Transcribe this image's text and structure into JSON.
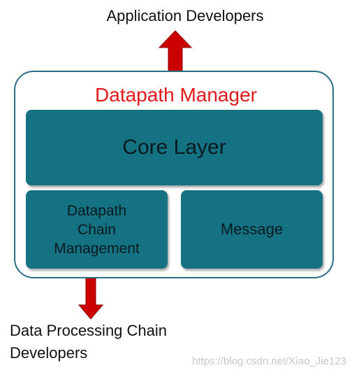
{
  "labels": {
    "top": "Application Developers",
    "bottom_line1": "Data Processing Chain",
    "bottom_line2": "Developers",
    "watermark": "https://blog.csdn.net/Xiao_Jie123"
  },
  "manager": {
    "title": "Datapath Manager",
    "core_layer": "Core Layer",
    "chain_line1": "Datapath",
    "chain_line2": "Chain",
    "chain_line3": "Management",
    "message": "Message"
  },
  "colors": {
    "arrow": "#cc0000",
    "title": "#e01a1a",
    "box_fill": "#147282",
    "outer_border": "#2a6f84"
  }
}
